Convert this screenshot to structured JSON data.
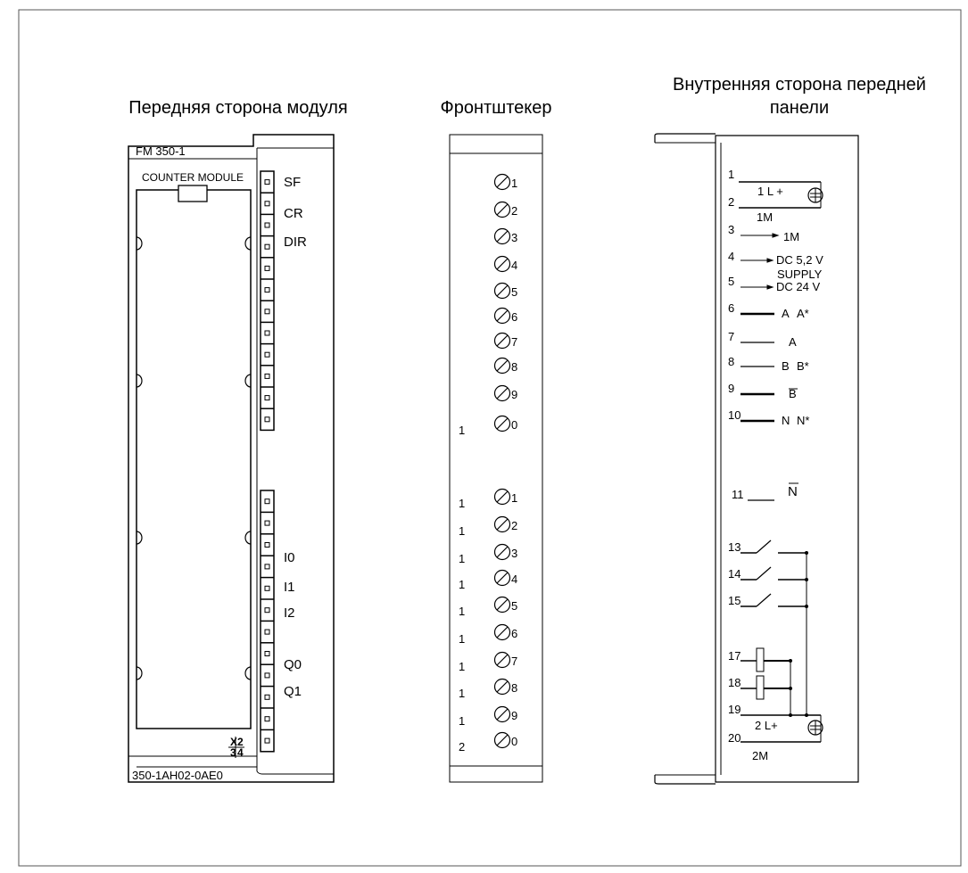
{
  "headings": {
    "module_front": "Передняя сторона модуля",
    "front_connector": "Фронтштекер",
    "panel_inner_line1": "Внутренняя сторона передней",
    "panel_inner_line2": "панели"
  },
  "module": {
    "name": "FM 350-1",
    "type_label": "COUNTER MODULE",
    "order_number": "350-1AH02-0AE0",
    "led_labels": [
      "SF",
      "CR",
      "DIR"
    ],
    "io_labels": [
      "I0",
      "I1",
      "I2",
      "Q0",
      "Q1"
    ],
    "id_mark": {
      "a": "X",
      "b": "2",
      "c": "3",
      "d": "4"
    }
  },
  "connector": {
    "terminals": [
      {
        "tens": "",
        "units": "1"
      },
      {
        "tens": "",
        "units": "2"
      },
      {
        "tens": "",
        "units": "3"
      },
      {
        "tens": "",
        "units": "4"
      },
      {
        "tens": "",
        "units": "5"
      },
      {
        "tens": "",
        "units": "6"
      },
      {
        "tens": "",
        "units": "7"
      },
      {
        "tens": "",
        "units": "8"
      },
      {
        "tens": "",
        "units": "9"
      },
      {
        "tens": "1",
        "units": "0"
      },
      {
        "tens": "1",
        "units": "1"
      },
      {
        "tens": "1",
        "units": "2"
      },
      {
        "tens": "1",
        "units": "3"
      },
      {
        "tens": "1",
        "units": "4"
      },
      {
        "tens": "1",
        "units": "5"
      },
      {
        "tens": "1",
        "units": "6"
      },
      {
        "tens": "1",
        "units": "7"
      },
      {
        "tens": "1",
        "units": "8"
      },
      {
        "tens": "1",
        "units": "9"
      },
      {
        "tens": "2",
        "units": "0"
      }
    ]
  },
  "panel": {
    "pins": {
      "p1": "1",
      "p2": "2",
      "p3": "3",
      "p4": "4",
      "p5": "5",
      "p6": "6",
      "p7": "7",
      "p8": "8",
      "p9": "9",
      "p10": "10",
      "p11": "11",
      "p13": "13",
      "p14": "14",
      "p15": "15",
      "p17": "17",
      "p18": "18",
      "p19": "19",
      "p20": "20"
    },
    "labels": {
      "l1_plus": "1 L +",
      "m1_a": "1M",
      "m1_b": "1M",
      "dc52": "DC 5,2 V",
      "supply": "SUPPLY",
      "dc24": "DC 24 V",
      "a": "A",
      "a_star": "A*",
      "a_bar": "A",
      "b": "B",
      "b_star": "B*",
      "b_bar": "B",
      "n": "N",
      "n_star": "N*",
      "n_bar": "N",
      "l2_plus": "2 L+",
      "m2": "2M"
    }
  }
}
